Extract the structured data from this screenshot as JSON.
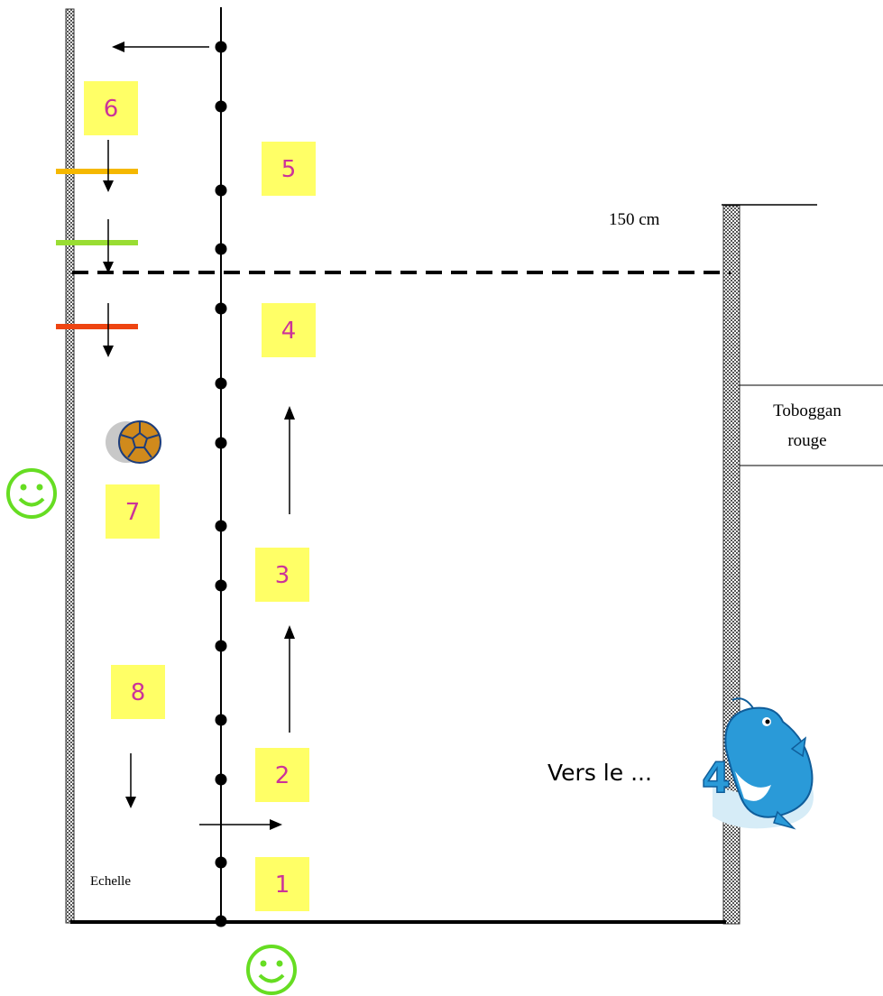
{
  "stations": [
    {
      "id": "1",
      "label": "1"
    },
    {
      "id": "2",
      "label": "2"
    },
    {
      "id": "3",
      "label": "3"
    },
    {
      "id": "4",
      "label": "4"
    },
    {
      "id": "5",
      "label": "5"
    },
    {
      "id": "6",
      "label": "6"
    },
    {
      "id": "7",
      "label": "7"
    },
    {
      "id": "8",
      "label": "8"
    }
  ],
  "labels": {
    "depth": "150 cm",
    "toboggan_line1": "Toboggan",
    "toboggan_line2": "rouge",
    "ladder": "Echelle",
    "next": "Vers le ...",
    "next_number": "4"
  },
  "icons": {
    "smiley": "smiley-face-icon",
    "ball": "ball-icon",
    "dolphin": "dolphin-icon"
  },
  "colors": {
    "station_box": "#ffff66",
    "station_text": "#cc3399",
    "smiley": "#66dd22",
    "bar_orange": "#f5b800",
    "bar_green": "#99dd33",
    "bar_red": "#ee4411",
    "dolphin": "#2a9ad8"
  }
}
